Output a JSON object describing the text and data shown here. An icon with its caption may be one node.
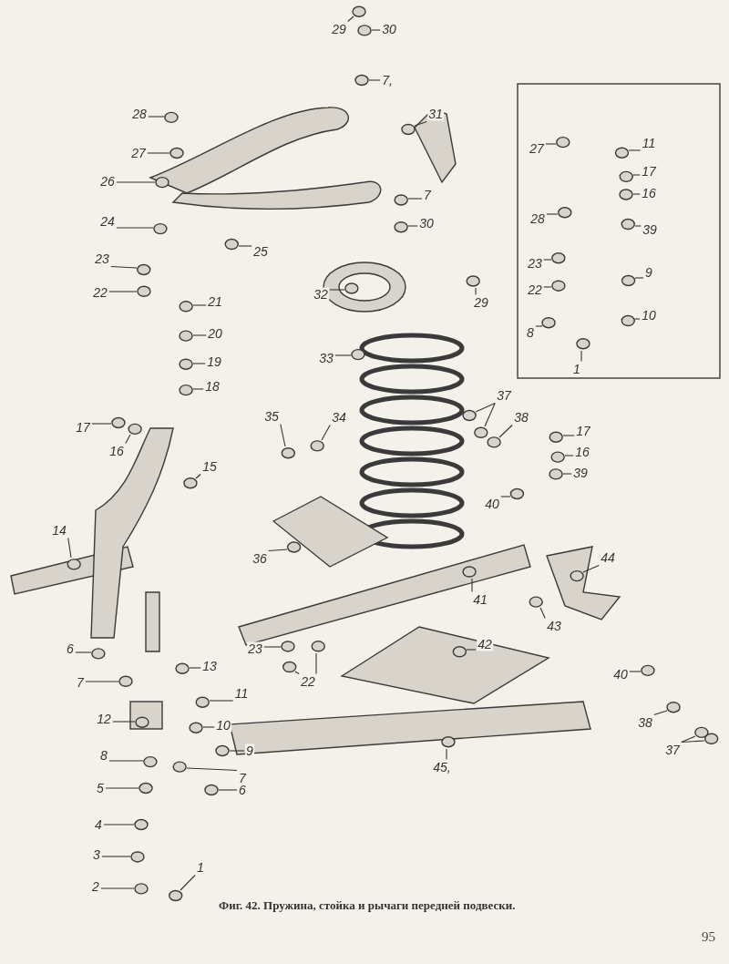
{
  "diagram": {
    "caption": "Фиг. 42. Пружина, стойка и рычаги передней подвески.",
    "nodes": [
      {
        "text": [
          "29"
        ]
      },
      {
        "text": [
          "30"
        ]
      },
      {
        "text": [
          "7,"
        ]
      },
      {
        "text": [
          "31"
        ]
      },
      {
        "text": [
          "28"
        ]
      },
      {
        "text": [
          "27"
        ]
      },
      {
        "text": [
          "26"
        ]
      },
      {
        "text": [
          "7"
        ]
      },
      {
        "text": [
          "24"
        ]
      },
      {
        "text": [
          "30"
        ]
      },
      {
        "text": [
          "25"
        ]
      },
      {
        "text": [
          "23"
        ]
      },
      {
        "text": [
          "22"
        ]
      },
      {
        "text": [
          "29"
        ]
      },
      {
        "text": [
          "32"
        ]
      },
      {
        "text": [
          "21"
        ]
      },
      {
        "text": [
          "20"
        ]
      },
      {
        "text": [
          "19"
        ]
      },
      {
        "text": [
          "18"
        ]
      },
      {
        "text": [
          "33"
        ]
      },
      {
        "text": [
          "27"
        ]
      },
      {
        "text": [
          "11"
        ]
      },
      {
        "text": [
          "17"
        ]
      },
      {
        "text": [
          "16"
        ]
      },
      {
        "text": [
          "28"
        ]
      },
      {
        "text": [
          "39"
        ]
      },
      {
        "text": [
          "23"
        ]
      },
      {
        "text": [
          "9"
        ]
      },
      {
        "text": [
          "22"
        ]
      },
      {
        "text": [
          "10"
        ]
      },
      {
        "text": [
          "8"
        ]
      },
      {
        "text": [
          "1"
        ]
      },
      {
        "text": [
          "37"
        ]
      },
      {
        "text": [
          "38"
        ]
      },
      {
        "text": [
          "17"
        ]
      },
      {
        "text": [
          "35"
        ]
      },
      {
        "text": [
          "34"
        ]
      },
      {
        "text": [
          "17"
        ]
      },
      {
        "text": [
          "16"
        ]
      },
      {
        "text": [
          "16"
        ]
      },
      {
        "text": [
          "15"
        ]
      },
      {
        "text": [
          "39"
        ]
      },
      {
        "text": [
          "40"
        ]
      },
      {
        "text": [
          "14"
        ]
      },
      {
        "text": [
          "36"
        ]
      },
      {
        "text": [
          "44"
        ]
      },
      {
        "text": [
          "41"
        ]
      },
      {
        "text": [
          "43"
        ]
      },
      {
        "text": [
          "6"
        ]
      },
      {
        "text": [
          "42"
        ]
      },
      {
        "text": [
          "23"
        ]
      },
      {
        "text": [
          "22"
        ]
      },
      {
        "text": [
          "13"
        ]
      },
      {
        "text": [
          "40"
        ]
      },
      {
        "text": [
          "7"
        ]
      },
      {
        "text": [
          "11"
        ]
      },
      {
        "text": [
          "12"
        ]
      },
      {
        "text": [
          "38"
        ]
      },
      {
        "text": [
          "10"
        ]
      },
      {
        "text": [
          "37"
        ]
      },
      {
        "text": [
          "9"
        ]
      },
      {
        "text": [
          "8"
        ]
      },
      {
        "text": [
          "45,"
        ]
      },
      {
        "text": [
          "7"
        ]
      },
      {
        "text": [
          "6"
        ]
      },
      {
        "text": [
          "5"
        ]
      },
      {
        "text": [
          "4"
        ]
      },
      {
        "text": [
          "3"
        ]
      },
      {
        "text": [
          "2"
        ]
      },
      {
        "text": [
          "1"
        ]
      }
    ],
    "edges": [
      {
        "from": 0,
        "to": null,
        "arrow": "none"
      },
      {
        "from": 1,
        "to": null,
        "arrow": "none"
      },
      {
        "from": 2,
        "to": null,
        "arrow": "none"
      },
      {
        "from": 3,
        "to": null,
        "arrow": "none"
      },
      {
        "from": 4,
        "to": null,
        "arrow": "none"
      },
      {
        "from": 5,
        "to": null,
        "arrow": "none"
      },
      {
        "from": 6,
        "to": null,
        "arrow": "none"
      },
      {
        "from": 7,
        "to": null,
        "arrow": "none"
      },
      {
        "from": 8,
        "to": null,
        "arrow": "none"
      },
      {
        "from": 9,
        "to": null,
        "arrow": "none"
      },
      {
        "from": 10,
        "to": null,
        "arrow": "none"
      },
      {
        "from": 11,
        "to": null,
        "arrow": "none"
      },
      {
        "from": 12,
        "to": null,
        "arrow": "none"
      },
      {
        "from": 13,
        "to": null,
        "arrow": "none"
      },
      {
        "from": 14,
        "to": null,
        "arrow": "none"
      },
      {
        "from": 15,
        "to": null,
        "arrow": "none"
      },
      {
        "from": 16,
        "to": null,
        "arrow": "none"
      },
      {
        "from": 17,
        "to": null,
        "arrow": "none"
      },
      {
        "from": 18,
        "to": null,
        "arrow": "none"
      },
      {
        "from": 19,
        "to": null,
        "arrow": "none"
      },
      {
        "from": 20,
        "to": null,
        "arrow": "none"
      },
      {
        "from": 21,
        "to": null,
        "arrow": "none"
      },
      {
        "from": 22,
        "to": null,
        "arrow": "none"
      },
      {
        "from": 23,
        "to": null,
        "arrow": "none"
      },
      {
        "from": 24,
        "to": null,
        "arrow": "none"
      },
      {
        "from": 25,
        "to": null,
        "arrow": "none"
      },
      {
        "from": 26,
        "to": null,
        "arrow": "none"
      },
      {
        "from": 27,
        "to": null,
        "arrow": "none"
      },
      {
        "from": 28,
        "to": null,
        "arrow": "none"
      },
      {
        "from": 29,
        "to": null,
        "arrow": "none"
      },
      {
        "from": 30,
        "to": null,
        "arrow": "none"
      },
      {
        "from": 31,
        "to": null,
        "arrow": "none"
      },
      {
        "from": 32,
        "to": null,
        "arrow": "none"
      },
      {
        "from": 32,
        "to": null,
        "arrow": "none"
      },
      {
        "from": 33,
        "to": null,
        "arrow": "none"
      },
      {
        "from": 34,
        "to": null,
        "arrow": "none"
      },
      {
        "from": 35,
        "to": null,
        "arrow": "none"
      },
      {
        "from": 36,
        "to": null,
        "arrow": "none"
      },
      {
        "from": 37,
        "to": null,
        "arrow": "none"
      },
      {
        "from": 38,
        "to": null,
        "arrow": "none"
      },
      {
        "from": 39,
        "to": null,
        "arrow": "none"
      },
      {
        "from": 40,
        "to": null,
        "arrow": "none"
      },
      {
        "from": 41,
        "to": null,
        "arrow": "none"
      },
      {
        "from": 42,
        "to": null,
        "arrow": "none"
      },
      {
        "from": 43,
        "to": null,
        "arrow": "none"
      },
      {
        "from": 44,
        "to": null,
        "arrow": "none"
      },
      {
        "from": 45,
        "to": null,
        "arrow": "none"
      },
      {
        "from": 46,
        "to": null,
        "arrow": "none"
      },
      {
        "from": 47,
        "to": null,
        "arrow": "none"
      },
      {
        "from": 48,
        "to": null,
        "arrow": "none"
      },
      {
        "from": 49,
        "to": null,
        "arrow": "none"
      },
      {
        "from": 50,
        "to": null,
        "arrow": "none"
      },
      {
        "from": 51,
        "to": null,
        "arrow": "none"
      },
      {
        "from": 51,
        "to": null,
        "arrow": "none"
      },
      {
        "from": 52,
        "to": null,
        "arrow": "none"
      },
      {
        "from": 53,
        "to": null,
        "arrow": "none"
      },
      {
        "from": 54,
        "to": null,
        "arrow": "none"
      },
      {
        "from": 55,
        "to": null,
        "arrow": "none"
      },
      {
        "from": 56,
        "to": null,
        "arrow": "none"
      },
      {
        "from": 57,
        "to": null,
        "arrow": "none"
      },
      {
        "from": 58,
        "to": null,
        "arrow": "none"
      },
      {
        "from": 59,
        "to": null,
        "arrow": "none"
      },
      {
        "from": 59,
        "to": null,
        "arrow": "none"
      },
      {
        "from": 60,
        "to": null,
        "arrow": "none"
      },
      {
        "from": 61,
        "to": null,
        "arrow": "none"
      },
      {
        "from": 62,
        "to": null,
        "arrow": "none"
      },
      {
        "from": 63,
        "to": null,
        "arrow": "none"
      },
      {
        "from": 64,
        "to": null,
        "arrow": "none"
      },
      {
        "from": 65,
        "to": null,
        "arrow": "none"
      },
      {
        "from": 66,
        "to": null,
        "arrow": "none"
      },
      {
        "from": 67,
        "to": null,
        "arrow": "none"
      },
      {
        "from": 68,
        "to": null,
        "arrow": "none"
      },
      {
        "from": 69,
        "to": null,
        "arrow": "none"
      }
    ],
    "labels": [
      "95"
    ]
  }
}
